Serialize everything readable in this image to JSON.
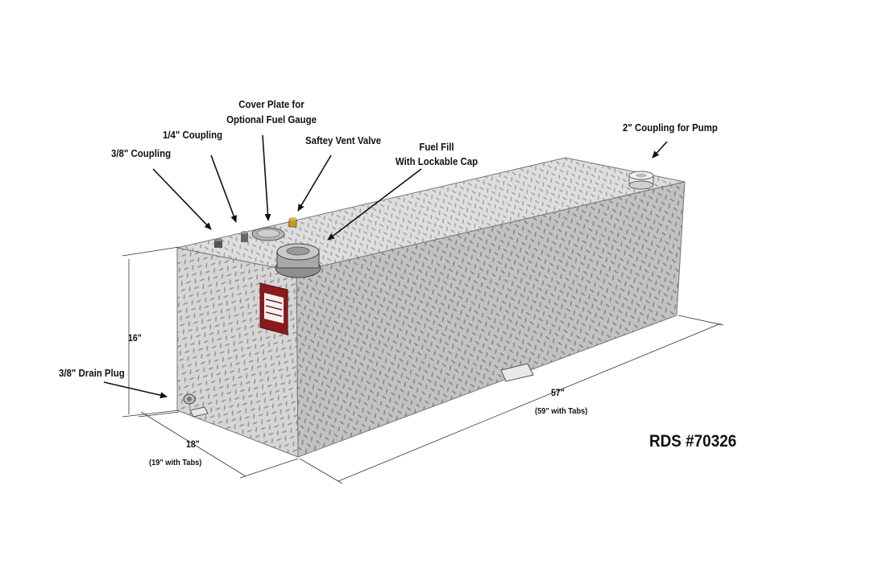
{
  "labels": {
    "cover_plate": "Cover Plate for\nOptional Fuel Gauge",
    "coupling_quarter": "1/4\" Coupling",
    "coupling_three_eighths": "3/8\" Coupling",
    "vent_valve": "Saftey Vent Valve",
    "fuel_fill": "Fuel Fill\nWith Lockable Cap",
    "pump_coupling": "2\" Coupling for Pump",
    "drain_plug": "3/8\" Drain Plug"
  },
  "dimensions": {
    "height": "16\"",
    "length": "57\"",
    "length_tabs": "(59\" with Tabs)",
    "width": "18\"",
    "width_tabs": "(19\" with Tabs)"
  },
  "model_number": "RDS #70326",
  "colors": {
    "steel_light": "#d9d9d9",
    "steel_mid": "#c4c4c4",
    "steel_dark": "#a9a9a9",
    "label_red": "#8b1a1a",
    "line": "#222222"
  }
}
